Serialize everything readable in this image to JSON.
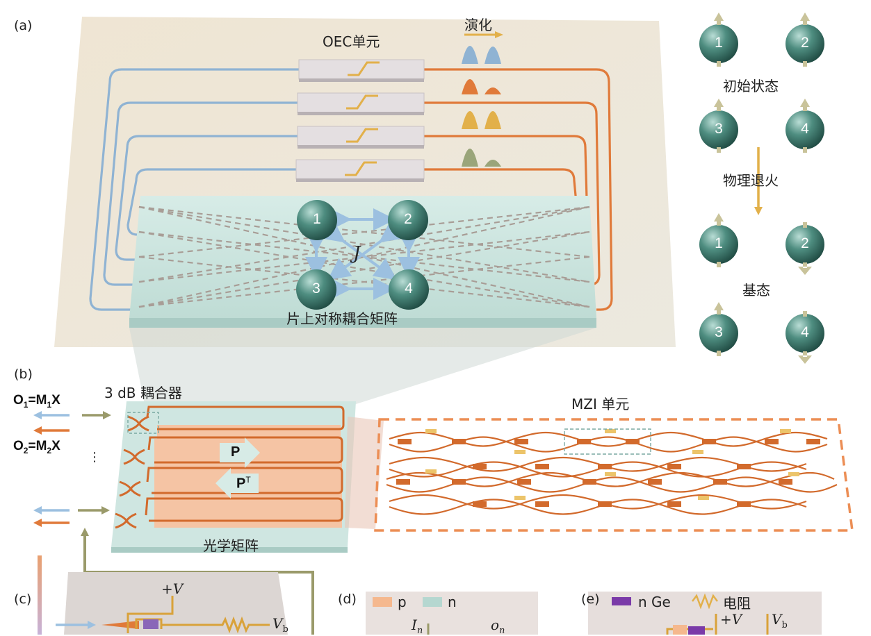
{
  "panels": {
    "a": "(a)",
    "b": "(b)",
    "c": "(c)",
    "d": "(d)",
    "e": "(e)"
  },
  "panel_a": {
    "oec_label": "OEC单元",
    "evolution_label": "演化",
    "matrix_label": "片上对称耦合矩阵",
    "coupling_symbol": "J",
    "spins": [
      "1",
      "2",
      "3",
      "4"
    ],
    "initial_state_label": "初始状态",
    "annealing_label": "物理退火",
    "ground_state_label": "基态"
  },
  "panel_b": {
    "coupler_label": "3 dB 耦合器",
    "eq1": {
      "o": "O",
      "o_sub": "1",
      "eq": "=",
      "m": "M",
      "m_sub": "1",
      "x": "X"
    },
    "eq2": {
      "o": "O",
      "o_sub": "2",
      "eq": "=",
      "m": "M",
      "m_sub": "2",
      "x": "X"
    },
    "ellipsis": "⋮",
    "p_label": "P",
    "pt_label": "P",
    "pt_sup": "T",
    "optical_matrix_label": "光学矩阵",
    "mzi_label": "MZI 单元"
  },
  "panel_c": {
    "plus_v": "+V",
    "vb": "V",
    "vb_sub": "b"
  },
  "panel_d": {
    "p_label": "p",
    "n_label": "n",
    "in_label": "I",
    "in_sub": "n",
    "on_label": "o",
    "on_sub": "n"
  },
  "panel_e": {
    "nge_label": "n Ge",
    "resistor_label": "电阻",
    "plus_v": "+V",
    "vb": "V",
    "vb_sub": "b"
  },
  "colors": {
    "blue": "#8fb3d3",
    "orange": "#e07a3a",
    "gold": "#e2b04a",
    "teal": "#cfe6e1",
    "spin": "#3f7a6e",
    "olive": "#9aa57a"
  }
}
